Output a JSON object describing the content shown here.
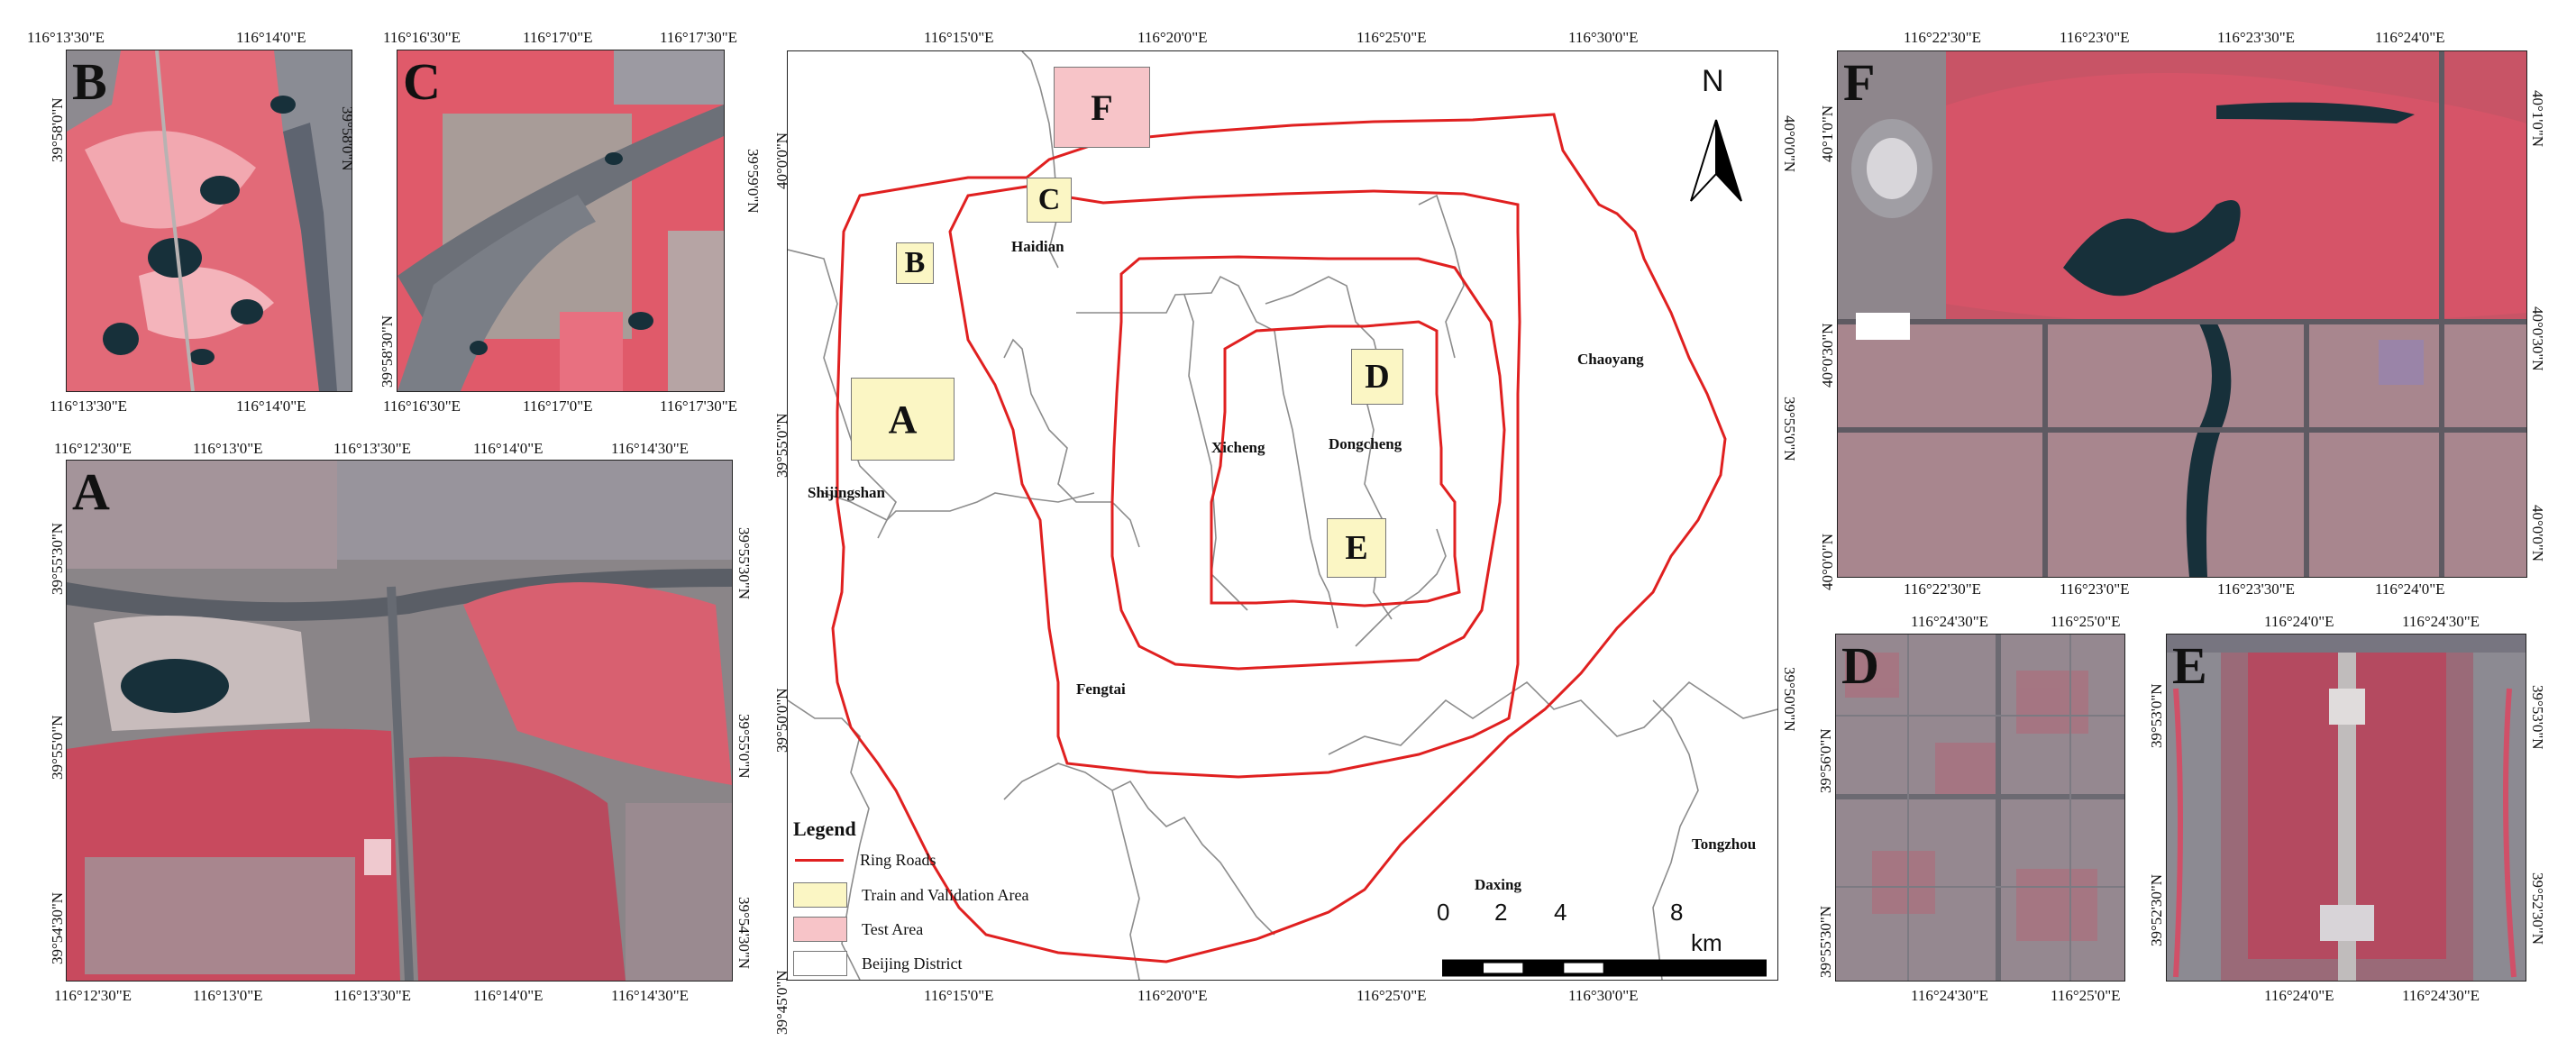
{
  "panel_labels": {
    "a": "A",
    "b": "B",
    "c": "C",
    "d": "D",
    "e": "E",
    "f": "F"
  },
  "panel_b": {
    "top": [
      "116°13'30\"E",
      "116°14'0\"E"
    ],
    "bottom": [
      "116°13'30\"E",
      "116°14'0\"E"
    ],
    "left": [
      "39°58'0\"N"
    ],
    "right": [
      "39°58'0\"N"
    ]
  },
  "panel_c": {
    "top": [
      "116°16'30\"E",
      "116°17'0\"E",
      "116°17'30\"E"
    ],
    "bottom": [
      "116°16'30\"E",
      "116°17'0\"E",
      "116°17'30\"E"
    ],
    "left": [
      "39°58'30\"N"
    ],
    "right": [
      "39°59'0\"N"
    ]
  },
  "panel_a": {
    "top": [
      "116°12'30\"E",
      "116°13'0\"E",
      "116°13'30\"E",
      "116°14'0\"E",
      "116°14'30\"E"
    ],
    "bottom": [
      "116°12'30\"E",
      "116°13'0\"E",
      "116°13'30\"E",
      "116°14'0\"E",
      "116°14'30\"E"
    ],
    "left": [
      "39°55'30\"N",
      "39°55'0\"N",
      "39°54'30\"N"
    ],
    "right": [
      "39°55'30\"N",
      "39°55'0\"N",
      "39°54'30\"N"
    ]
  },
  "main_map": {
    "top": [
      "116°15'0\"E",
      "116°20'0\"E",
      "116°25'0\"E",
      "116°30'0\"E"
    ],
    "bottom": [
      "116°15'0\"E",
      "116°20'0\"E",
      "116°25'0\"E",
      "116°30'0\"E"
    ],
    "left": [
      "40°0'0\"N",
      "39°55'0\"N",
      "39°50'0\"N",
      "39°45'0\"N"
    ],
    "right": [
      "40°0'0\"N",
      "39°55'0\"N",
      "39°50'0\"N"
    ],
    "north": "N",
    "districts": {
      "haidian": "Haidian",
      "shijingshan": "Shijingshan",
      "xicheng": "Xicheng",
      "dongcheng": "Dongcheng",
      "chaoyang": "Chaoyang",
      "fengtai": "Fengtai",
      "daxing": "Daxing",
      "tongzhou": "Tongzhou"
    },
    "area_boxes": {
      "a": "A",
      "b": "B",
      "c": "C",
      "d": "D",
      "e": "E",
      "f": "F"
    },
    "legend": {
      "title": "Legend",
      "ring_roads": "Ring Roads",
      "train": "Train and Validation Area",
      "test": "Test Area",
      "district": "Beijing District"
    },
    "scale": {
      "n0": "0",
      "n2": "2",
      "n4": "4",
      "n8": "8",
      "unit": "km"
    }
  },
  "panel_f": {
    "top": [
      "116°22'30\"E",
      "116°23'0\"E",
      "116°23'30\"E",
      "116°24'0\"E"
    ],
    "bottom": [
      "116°22'30\"E",
      "116°23'0\"E",
      "116°23'30\"E",
      "116°24'0\"E"
    ],
    "left": [
      "40°1'0\"N",
      "40°0'30\"N",
      "40°0'0\"N"
    ],
    "right": [
      "40°1'0\"N",
      "40°0'30\"N",
      "40°0'0\"N"
    ]
  },
  "panel_d": {
    "top": [
      "116°24'30\"E",
      "116°25'0\"E"
    ],
    "bottom": [
      "116°24'30\"E",
      "116°25'0\"E"
    ],
    "left": [
      "39°56'0\"N",
      "39°55'30\"N"
    ]
  },
  "panel_e": {
    "top": [
      "116°24'0\"E",
      "116°24'30\"E"
    ],
    "bottom": [
      "116°24'0\"E",
      "116°24'30\"E"
    ],
    "left": [
      "39°53'0\"N",
      "39°52'30\"N"
    ],
    "right": [
      "39°53'0\"N",
      "39°52'30\"N"
    ]
  },
  "colors": {
    "ring_road": "#e02020",
    "train_area": "#fbf6c4",
    "test_area": "#f7c4c8",
    "district_line": "#8c8c8c",
    "imagery_base": "#9c8f8c",
    "vegetation": "#e04a5c",
    "water": "#1c3a44"
  }
}
